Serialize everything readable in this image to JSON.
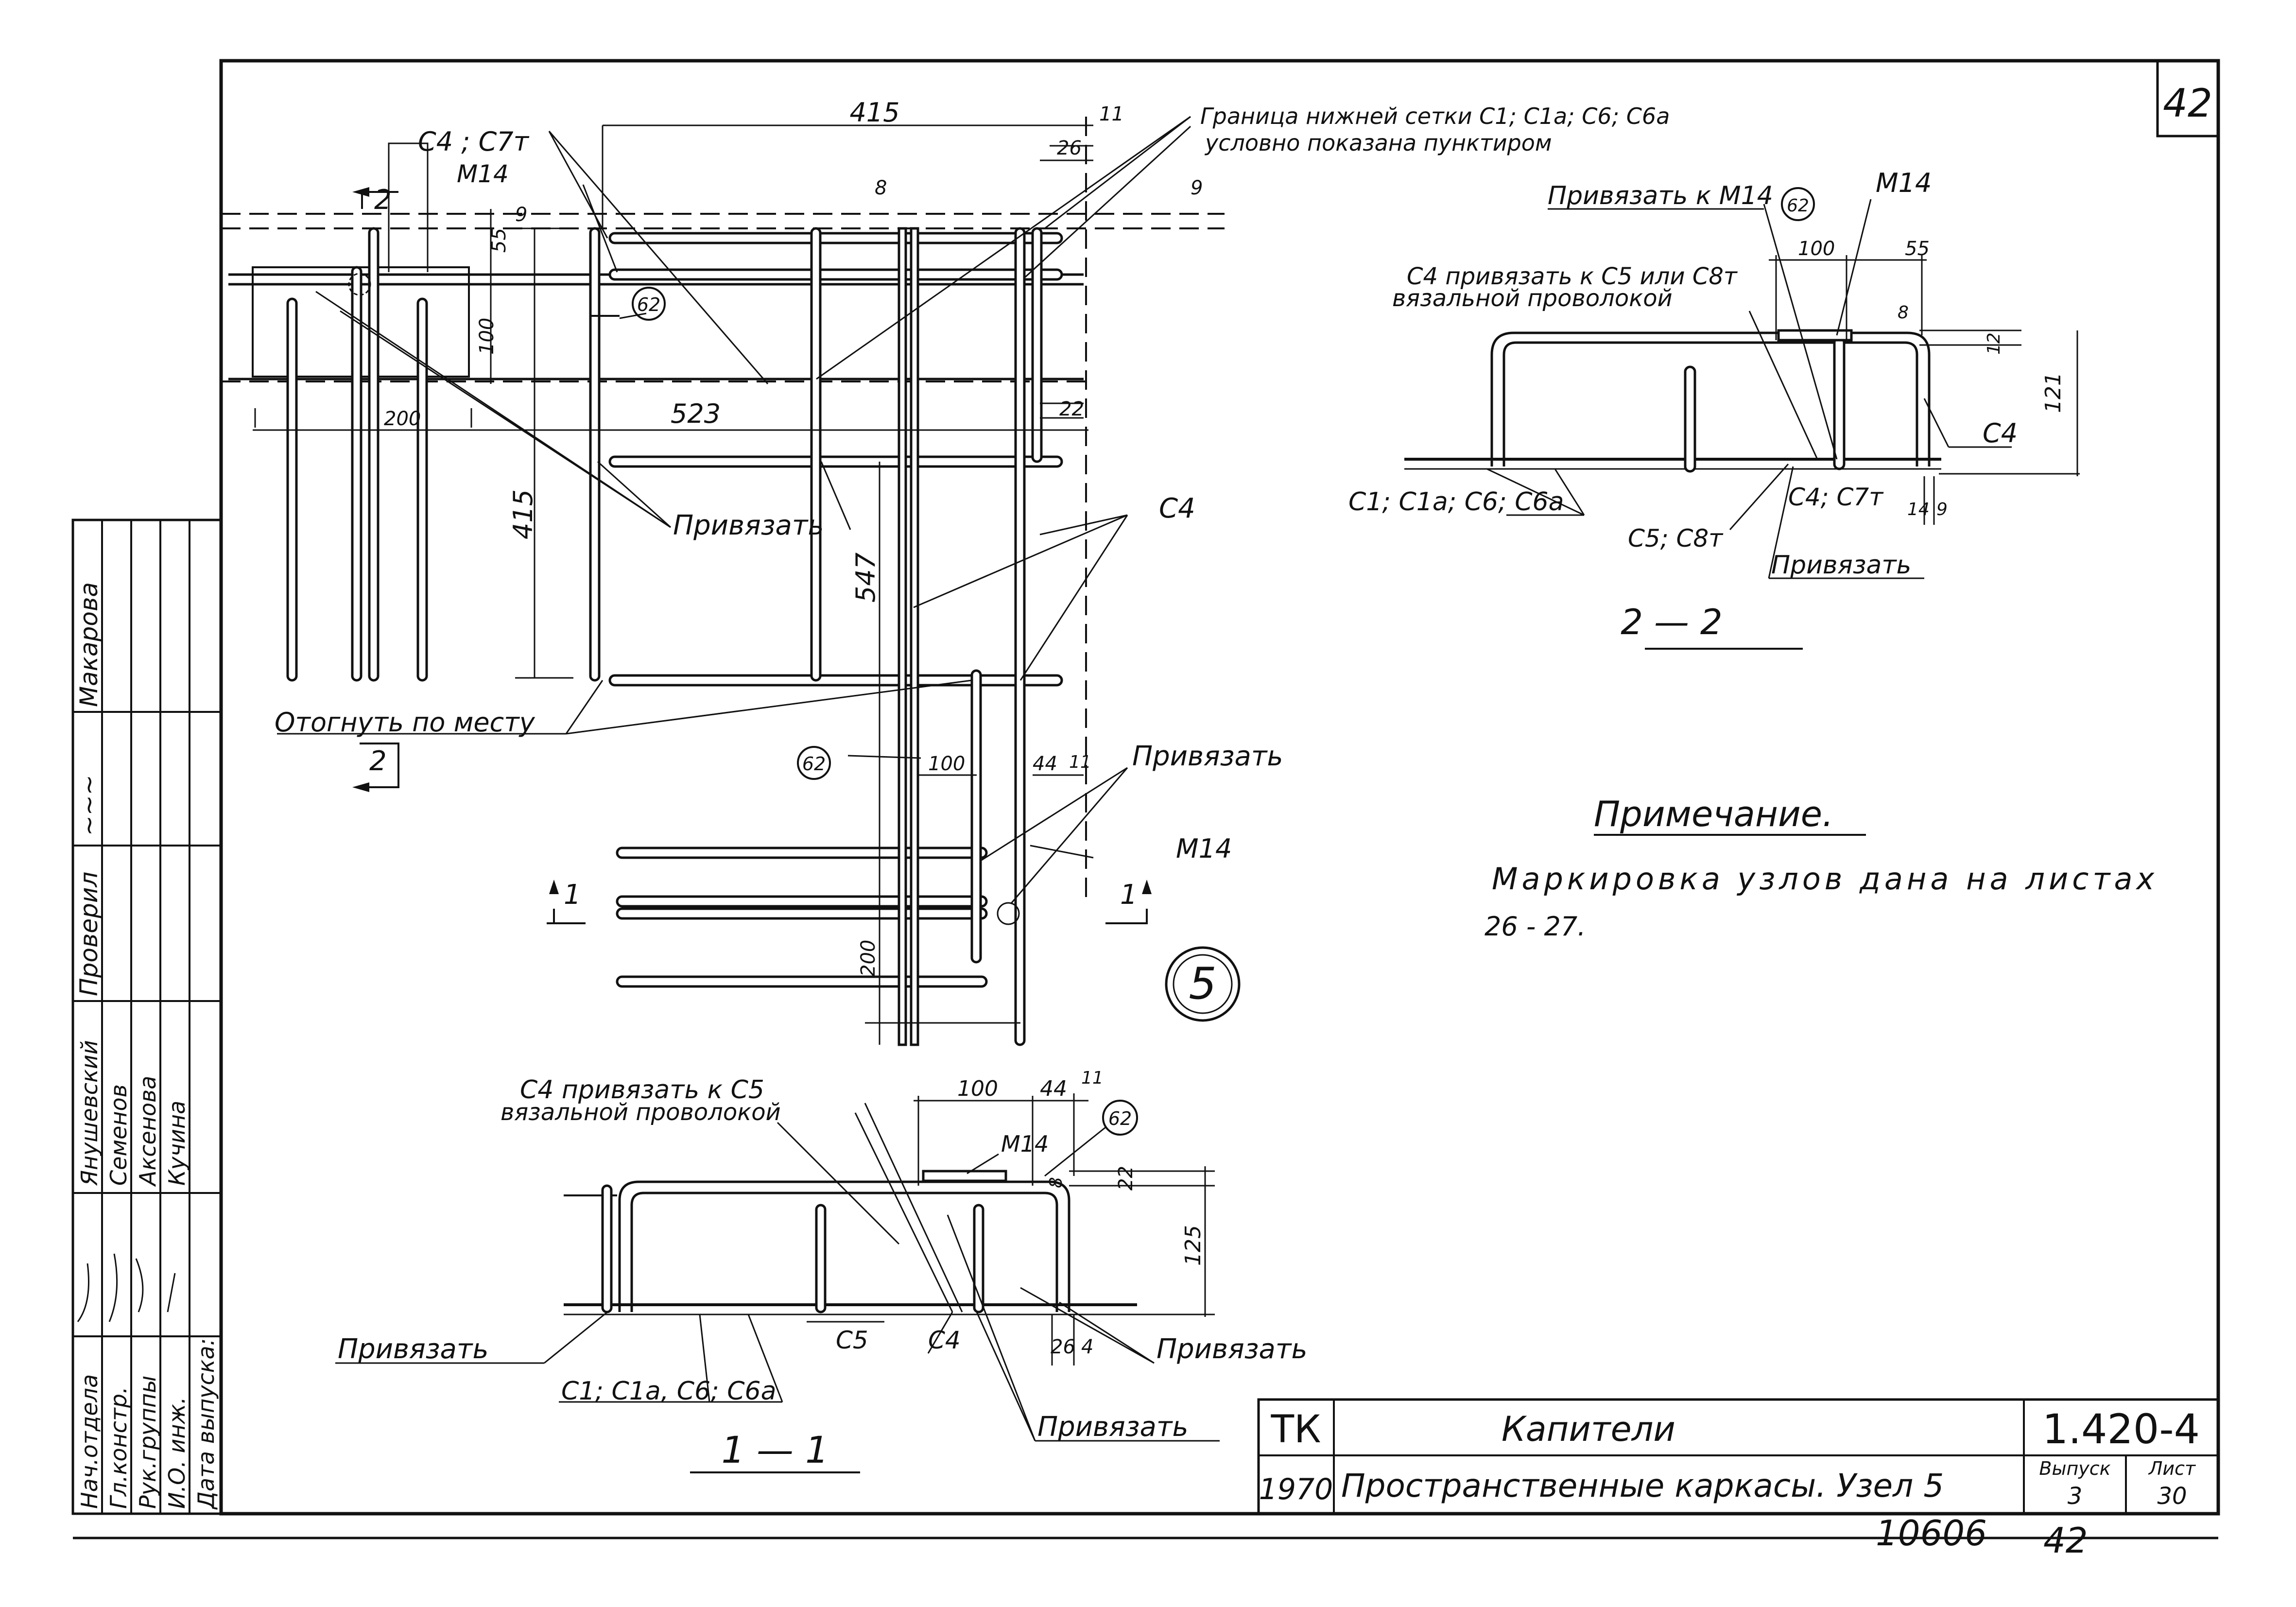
{
  "sheet": {
    "page_number": "42",
    "archive_number": "10606",
    "archive_page": "42"
  },
  "title_block": {
    "org": "ТК",
    "year": "1970",
    "title": "Капители",
    "subtitle": "Пространственные каркасы. Узел 5",
    "series": "1.420-4",
    "issue_label": "Выпуск",
    "issue": "3",
    "sheet_label": "Лист",
    "sheet_no": "30"
  },
  "side_stamp": {
    "roles": [
      "Нач.отдела",
      "Гл.констр.",
      "Рук.группы",
      "И.О. инж.",
      "Дата выпуска:"
    ],
    "names": [
      "Янушевский",
      "Семенов",
      "Аксенова",
      "Кучина"
    ],
    "checked_label": "Проверил",
    "checked_name": "Макарова"
  },
  "plan": {
    "mesh_boundary_note_1": "Граница нижней сетки С1; С1а; С6; С6а",
    "mesh_boundary_note_2": "условно показана пунктиром",
    "label_c4_c7": "С4 ; С7т",
    "label_m14": "М14",
    "label_c4": "С4",
    "label_m14_b": "М14",
    "tie": "Привязать",
    "tie_b": "Привязать",
    "bend": "Отогнуть по месту",
    "node_62_a": "62",
    "node_62_b": "62",
    "section_mark_2": "2",
    "section_mark_2b": "2",
    "section_mark_1a": "1",
    "section_mark_1b": "1",
    "node_number": "5",
    "dims": {
      "d415_top": "415",
      "d11": "11",
      "d26": "26",
      "d8": "8",
      "d9": "9",
      "d55": "55",
      "d9b": "9",
      "d100": "100",
      "d200": "200",
      "d523": "523",
      "d22": "22",
      "d415_left": "415",
      "d547": "547",
      "d100b": "100",
      "d44": "44",
      "d11b": "11",
      "d200b": "200"
    }
  },
  "section22": {
    "tie_to_m14": "Привязать к М14",
    "m14": "М14",
    "node_62": "62",
    "note_1": "С4 привязать к С5 или С8т",
    "note_2": "вязальной проволокой",
    "label_c4": "С4",
    "mesh": "С1; С1а; С6; С6а",
    "c5_c8": "С5; С8т",
    "c4_c7": "С4; С7т",
    "tie": "Привязать",
    "caption": "2 — 2",
    "dims": {
      "d100": "100",
      "d55": "55",
      "d8": "8",
      "d12": "12",
      "d121": "121",
      "d14": "14",
      "d9": "9"
    }
  },
  "section11": {
    "note_1": "С4 привязать к С5",
    "note_2": "вязальной проволокой",
    "m14": "М14",
    "node_62": "62",
    "tie_left": "Привязать",
    "tie_right": "Привязать",
    "tie_bottom": "Привязать",
    "mesh": "С1; С1а, С6; С6а",
    "c5": "С5",
    "c4": "С4",
    "caption": "1 — 1",
    "dims": {
      "d100": "100",
      "d44": "44",
      "d11": "11",
      "d8": "8",
      "d22": "22",
      "d125": "125",
      "d26": "26",
      "d4": "4"
    }
  },
  "note": {
    "heading": "Примечание.",
    "body_1": "Маркировка узлов дана на листах",
    "body_2": "26 - 27."
  }
}
